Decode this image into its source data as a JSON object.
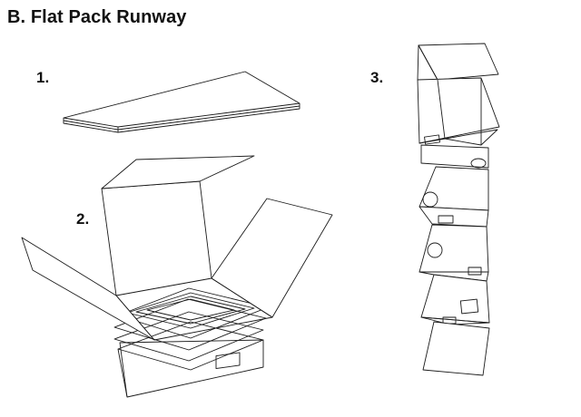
{
  "title": "B. Flat Pack Runway",
  "steps": [
    {
      "label": "1."
    },
    {
      "label": "2."
    },
    {
      "label": "3."
    }
  ]
}
